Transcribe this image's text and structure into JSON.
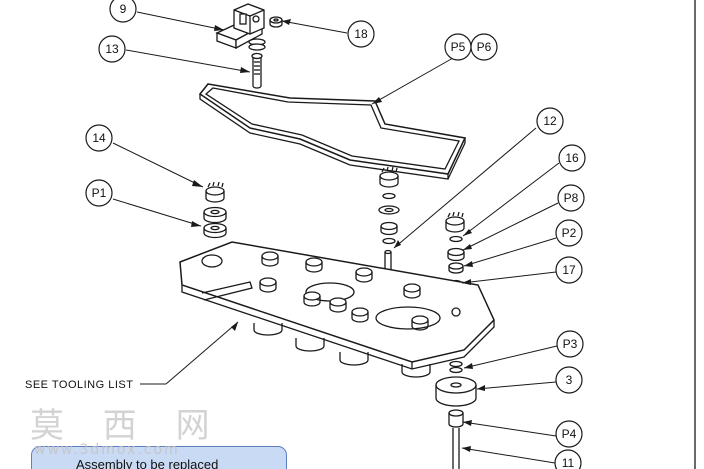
{
  "callouts": {
    "c9": "9",
    "c18": "18",
    "c13": "13",
    "cP5": "P5",
    "cP6": "P6",
    "c12": "12",
    "c14": "14",
    "c16": "16",
    "cP1": "P1",
    "cP8": "P8",
    "cP2": "P2",
    "c17": "17",
    "cP3": "P3",
    "c3": "3",
    "cP4": "P4",
    "c11": "11"
  },
  "tooling_note": "SEE TOOLING LIST",
  "watermark": {
    "chinese": "莫 西 网",
    "url": "www.3dmox.com"
  },
  "note_box": {
    "text": "Assembly to be replaced"
  },
  "colors": {
    "line": "#1a1a1a",
    "note_fill": "#c9daf5",
    "note_border": "#5d7fc0",
    "watermark": "#c4c4c4"
  }
}
